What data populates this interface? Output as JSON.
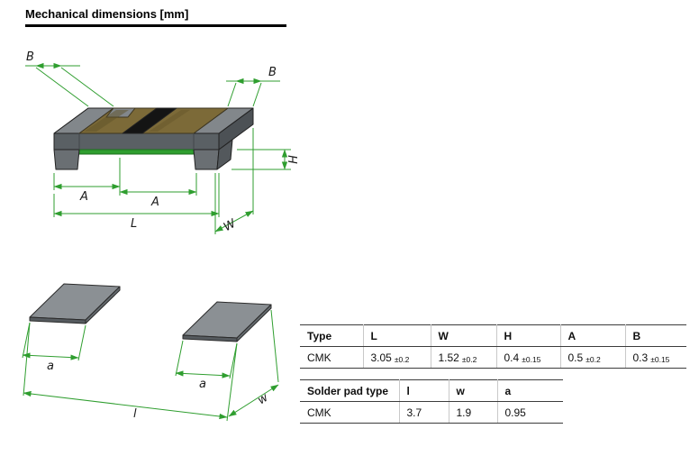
{
  "header": {
    "title": "Mechanical dimensions [mm]"
  },
  "chip_diagram": {
    "labels": {
      "b_left": "B",
      "b_right": "B",
      "a_left": "A",
      "a_right": "A",
      "length": "L",
      "width": "W",
      "height": "H"
    }
  },
  "pad_diagram": {
    "labels": {
      "a_left": "a",
      "a_right": "a",
      "length": "l",
      "width": "w"
    }
  },
  "dimension_table": {
    "headers": [
      "Type",
      "L",
      "W",
      "H",
      "A",
      "B"
    ],
    "row": {
      "type": "CMK",
      "L": {
        "value": "3.05",
        "tol": "±0.2"
      },
      "W": {
        "value": "1.52",
        "tol": "±0.2"
      },
      "H": {
        "value": "0.4",
        "tol": "±0.15"
      },
      "A": {
        "value": "0.5",
        "tol": "±0.2"
      },
      "B": {
        "value": "0.3",
        "tol": "±0.15"
      }
    }
  },
  "solder_pad_table": {
    "headers": [
      "Solder pad type",
      "l",
      "w",
      "a"
    ],
    "row": {
      "type": "CMK",
      "l": "3.7",
      "w": "1.9",
      "a": "0.95"
    }
  },
  "colors": {
    "dimension_line": "#2f9e2f",
    "chip_body": "#5a6064",
    "chip_top": "#787d81",
    "resistive_element": "#7c6a38",
    "center_band": "#141414",
    "substrate_green": "#2f9e2f",
    "pad_fill": "#8b9094",
    "rule_black": "#000000"
  }
}
